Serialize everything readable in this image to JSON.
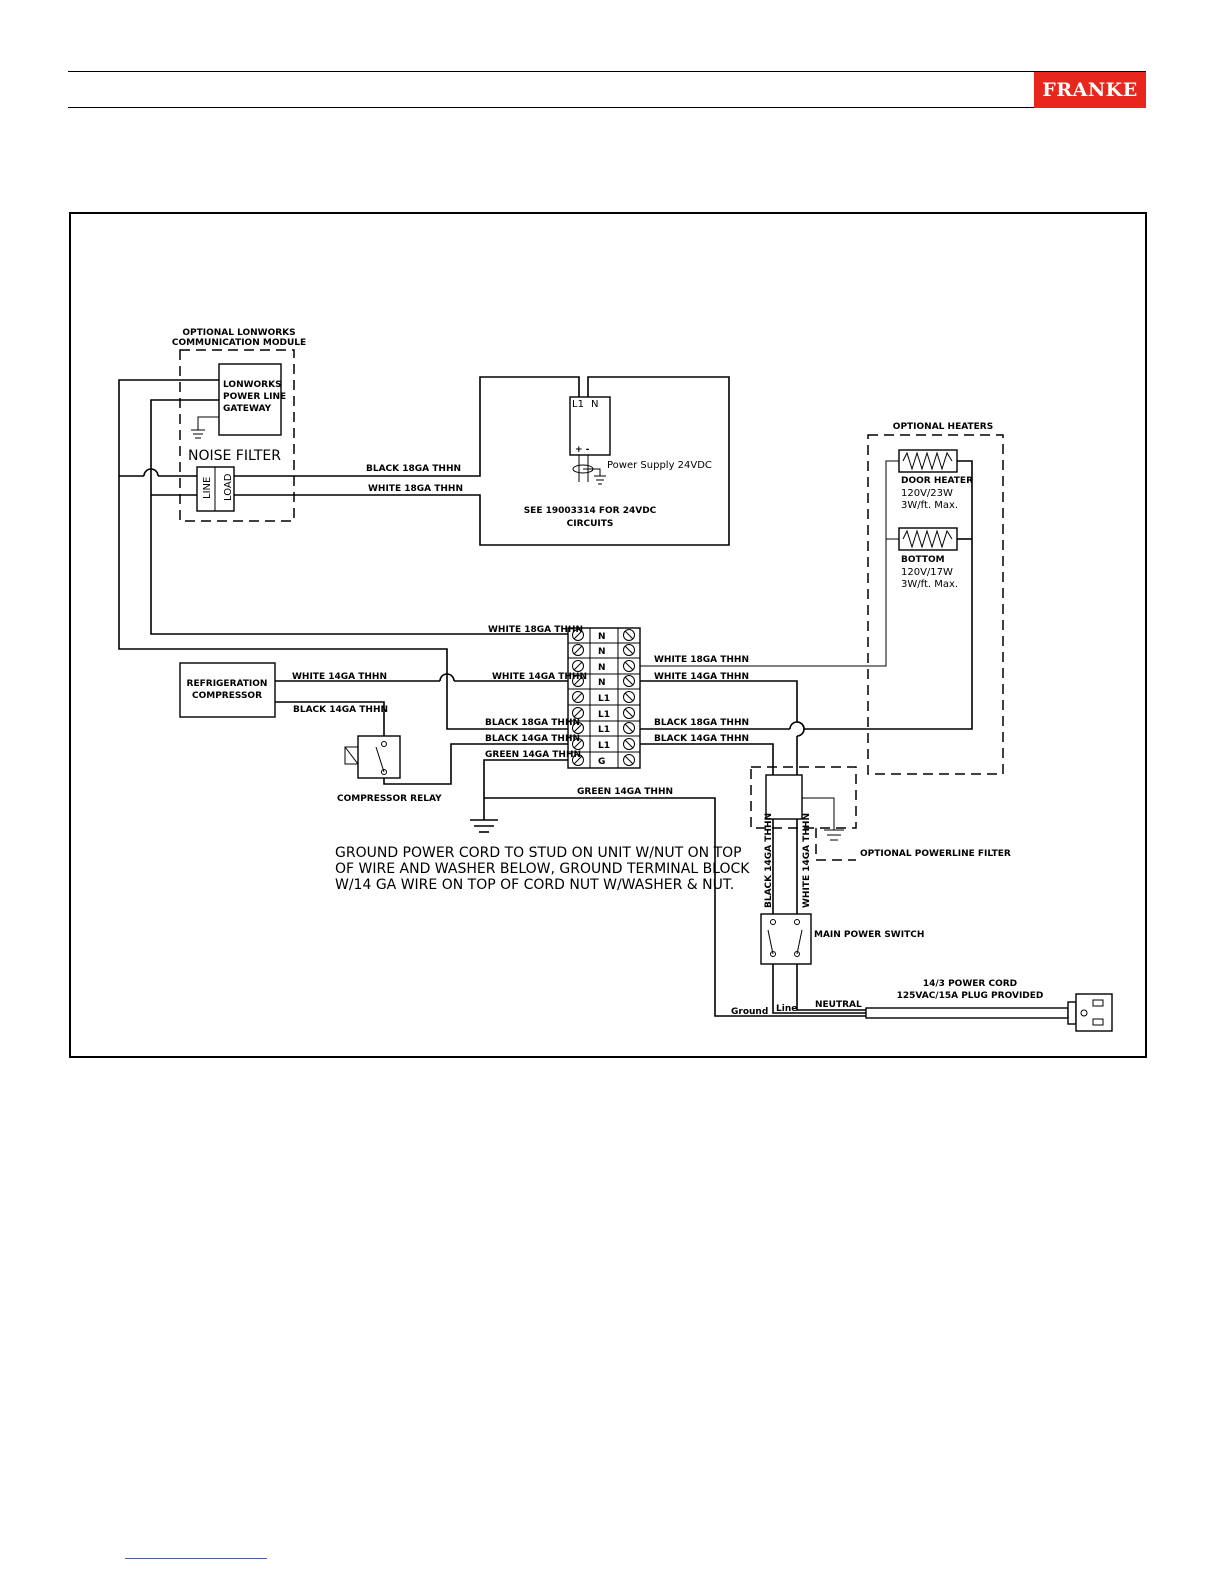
{
  "header": {
    "brand": "FRANKE",
    "brand_color": "#e8261c"
  },
  "diagram": {
    "lonworks": {
      "group_label_1": "OPTIONAL LONWORKS",
      "group_label_2": "COMMUNICATION MODULE",
      "gateway_1": "LONWORKS",
      "gateway_2": "POWER LINE",
      "gateway_3": "GATEWAY",
      "noise_filter": "NOISE FILTER",
      "line": "LINE",
      "load": "LOAD"
    },
    "power_supply": {
      "l1": "L1",
      "n": "N",
      "plus_minus": "+ -",
      "label": "Power Supply 24VDC",
      "note_1": "SEE 19003314 FOR 24VDC",
      "note_2": "CIRCUITS"
    },
    "heaters": {
      "group_label": "OPTIONAL HEATERS",
      "door_1": "DOOR HEATER",
      "door_2": "120V/23W",
      "door_3": "3W/ft. Max.",
      "bottom_1": "BOTTOM",
      "bottom_2": "120V/17W",
      "bottom_3": "3W/ft. Max."
    },
    "compressor": {
      "label_1": "REFRIGERATION",
      "label_2": "COMPRESSOR",
      "relay": "COMPRESSOR RELAY"
    },
    "terminal_block": [
      "N",
      "N",
      "N",
      "N",
      "L1",
      "L1",
      "L1",
      "L1",
      "G"
    ],
    "wires": {
      "black_18_top": "BLACK 18GA THHN",
      "white_18_top": "WHITE 18GA THHN",
      "white_18_left": "WHITE 18GA THHN",
      "white_14_comp": "WHITE 14GA THHN",
      "white_14_mid": "WHITE 14GA THHN",
      "black_14_comp": "BLACK 14GA THHN",
      "black_18_left": "BLACK 18GA THHN",
      "black_14_left": "BLACK 14GA THHN",
      "green_14_left": "GREEN 14GA THHN",
      "white_18_right": "WHITE 18GA THHN",
      "white_14_right": "WHITE 14GA THHN",
      "black_18_right": "BLACK 18GA THHN",
      "black_14_right": "BLACK 14GA THHN",
      "green_14_bottom": "GREEN 14GA THHN",
      "black_14_vert": "BLACK 14GA THHN",
      "white_14_vert": "WHITE 14GA THHN"
    },
    "ground_note": {
      "line_1": "GROUND POWER CORD TO STUD ON UNIT W/NUT ON TOP",
      "line_2": "OF WIRE AND WASHER BELOW, GROUND TERMINAL BLOCK",
      "line_3": "W/14 GA WIRE ON TOP OF CORD NUT W/WASHER & NUT."
    },
    "powerline_filter": "OPTIONAL POWERLINE FILTER",
    "main_switch": "MAIN POWER SWITCH",
    "power_cord": {
      "label_1": "14/3 POWER CORD",
      "label_2": "125VAC/15A PLUG PROVIDED",
      "ground": "Ground",
      "line": "Line",
      "neutral": "NEUTRAL"
    }
  }
}
